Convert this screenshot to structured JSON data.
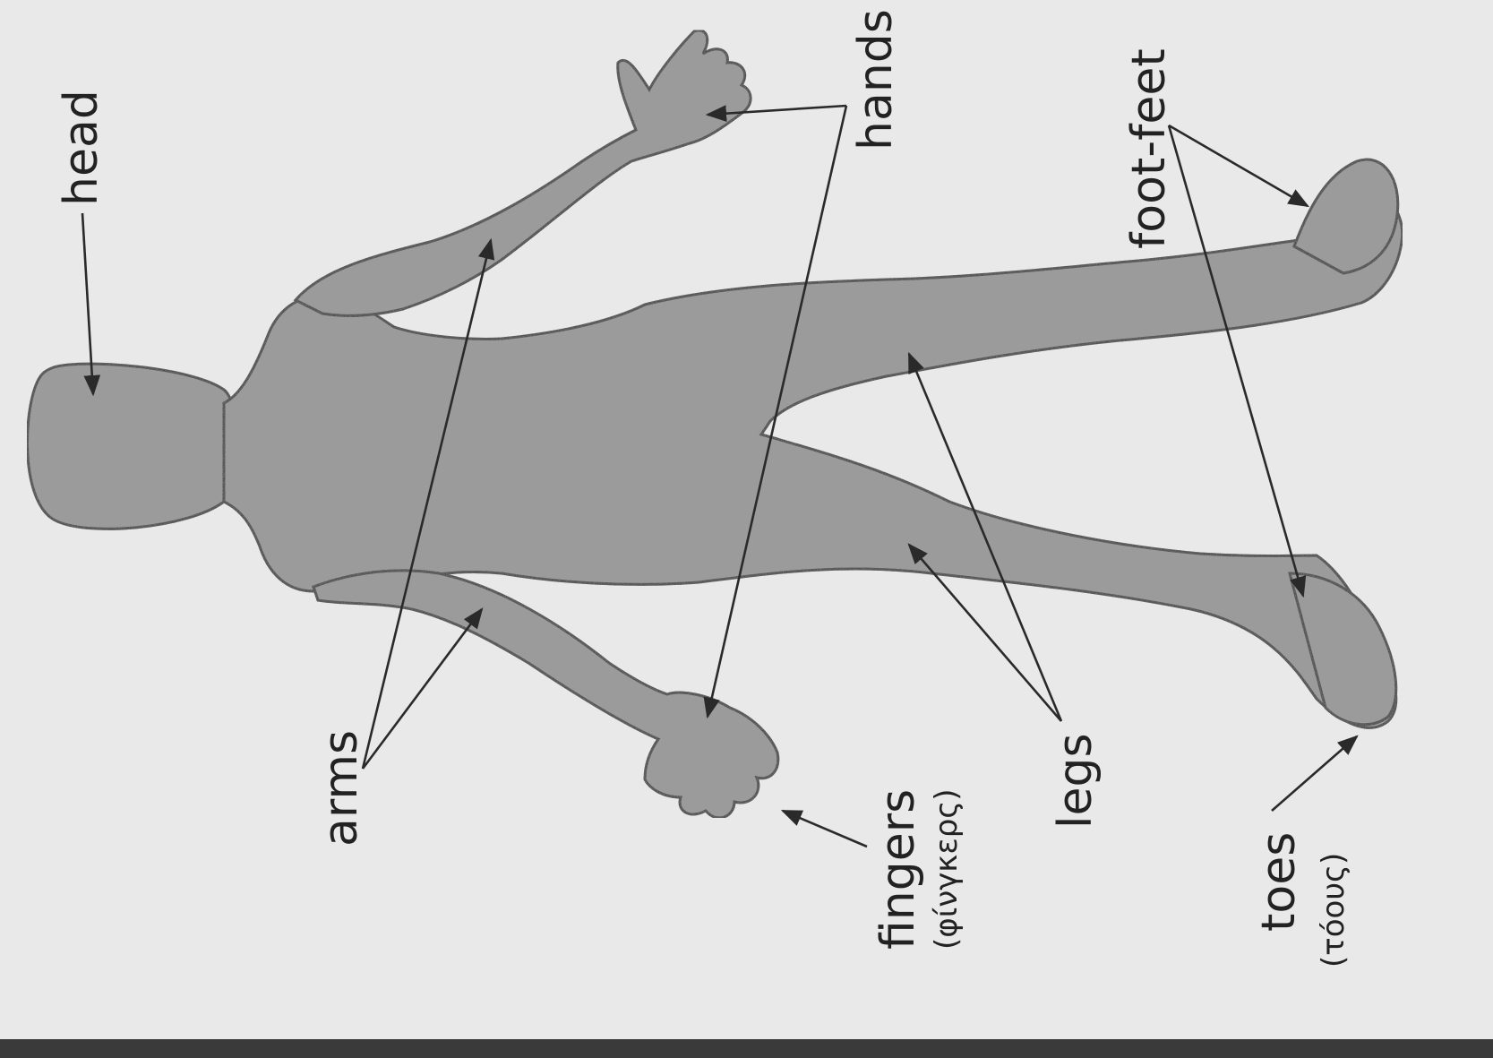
{
  "diagram": {
    "labels": {
      "head": "head",
      "hands": "hands",
      "foot_feet": "foot-feet",
      "arms": "arms",
      "fingers": "fingers",
      "fingers_note": "(φίνγκερς)",
      "legs": "legs",
      "toes": "toes",
      "toes_note": "(τόους)"
    },
    "colors": {
      "paper": "#e9e9e9",
      "body_fill": "#9a9a9a",
      "outline": "#2a2a2a",
      "ink": "#222222"
    }
  }
}
